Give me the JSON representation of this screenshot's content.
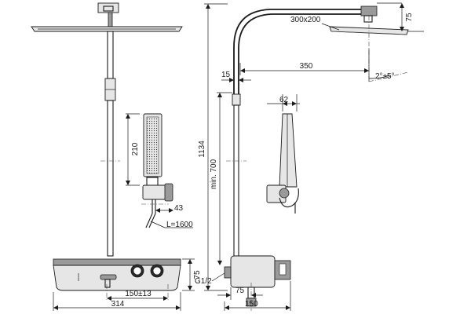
{
  "dimensions": {
    "head_height": "75",
    "head_size": "300x200",
    "arm_length": "350",
    "tilt": "2°±5°",
    "pipe_offset": "15",
    "total_height": "1134",
    "min_height": "min. 700",
    "handset_width": "62",
    "handset_length": "210",
    "bracket_depth": "43",
    "hose_length": "L=1600",
    "tray_height": "75",
    "outlet_spacing": "150±13",
    "tray_width": "314",
    "inlet_thread": "G1/2",
    "valve_depth": "75",
    "valve_width": "150"
  }
}
